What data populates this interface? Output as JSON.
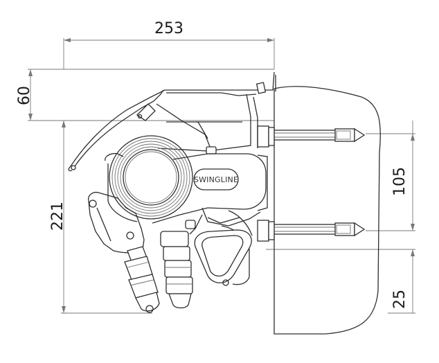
{
  "dimensions": {
    "width_top": "253",
    "height_cassette": "60",
    "height_total": "221",
    "bracket_spacing": "105",
    "bottom_offset": "25"
  },
  "labels": {
    "brand": "SWINGLINE"
  },
  "colors": {
    "line": "#2d2d2d",
    "dimension": "#777777",
    "background": "#ffffff"
  }
}
